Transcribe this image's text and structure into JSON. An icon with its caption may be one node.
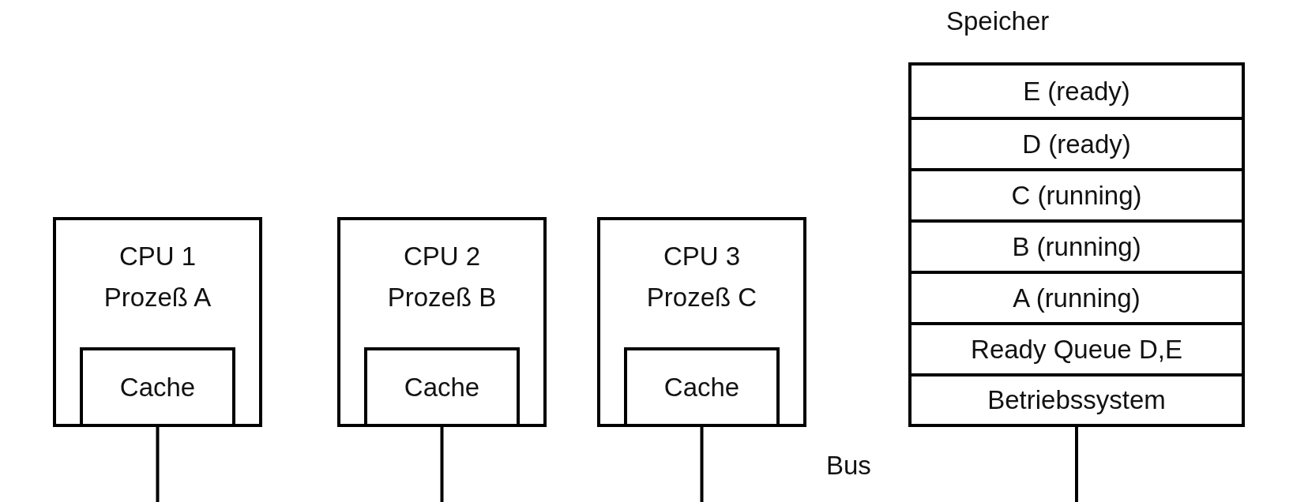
{
  "diagram": {
    "nodes": [
      {
        "text": [
          "CPU 1",
          "Prozeß A"
        ]
      },
      {
        "text": [
          "Cache"
        ],
        "in": 0
      },
      {
        "text": [
          "CPU 2",
          "Prozeß B"
        ]
      },
      {
        "text": [
          "Cache"
        ],
        "in": 2
      },
      {
        "text": [
          "CPU 3",
          "Prozeß C"
        ]
      },
      {
        "text": [
          "Cache"
        ],
        "in": 4
      },
      {
        "text": [
          "Speicher"
        ]
      },
      {
        "text": [
          "E (ready)"
        ],
        "in": 6
      },
      {
        "text": [
          "D (ready)"
        ],
        "in": 6
      },
      {
        "text": [
          "C (running)"
        ],
        "in": 6
      },
      {
        "text": [
          "B (running)"
        ],
        "in": 6
      },
      {
        "text": [
          "A (running)"
        ],
        "in": 6
      },
      {
        "text": [
          "Ready Queue D,E"
        ],
        "in": 6
      },
      {
        "text": [
          "Betriebssystem"
        ],
        "in": 6
      }
    ],
    "edges": [
      {
        "from": 1,
        "to": null,
        "arrow": "none"
      },
      {
        "from": 3,
        "to": null,
        "arrow": "none"
      },
      {
        "from": 5,
        "to": null,
        "arrow": "none"
      },
      {
        "from": 6,
        "to": null,
        "arrow": "none"
      }
    ],
    "labels": [
      "Bus"
    ]
  }
}
